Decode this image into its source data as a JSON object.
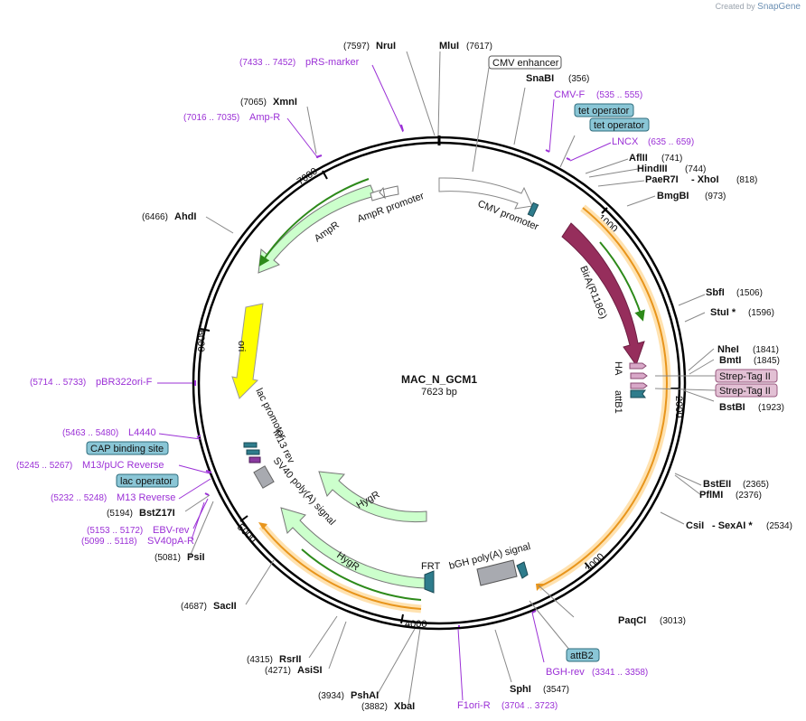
{
  "credit": {
    "prefix": "Created by",
    "brand": "SnapGene"
  },
  "plasmid": {
    "name": "MAC_N_GCM1",
    "size": "7623 bp"
  },
  "ticks": [
    "1000",
    "2000",
    "3000",
    "4000",
    "5000",
    "6000",
    "7000"
  ],
  "features": {
    "cmv_promoter": "CMV promoter",
    "birA": "BirA(R118G)",
    "ha": "HA",
    "attb1": "attB1",
    "ampr": "AmpR",
    "ampr_promoter": "AmpR promoter",
    "ori": "ori",
    "lac_promoter": "lac promoter",
    "m13rev": "M13 rev",
    "sv40": "SV40 poly(A) signal",
    "hygr1": "HygR",
    "hygr2": "HygR",
    "frt": "FRT",
    "bgh": "bGH poly(A) signal"
  },
  "sites": {
    "mlui": {
      "name": "MluI",
      "pos": "(7617)"
    },
    "nrui": {
      "name": "NruI",
      "pos": "(7597)"
    },
    "snabi": {
      "name": "SnaBI",
      "pos": "(356)"
    },
    "xmni": {
      "name": "XmnI",
      "pos": "(7065)"
    },
    "afliii": {
      "name": "AflII",
      "pos": "(741)"
    },
    "hindiii": {
      "name": "HindIII",
      "pos": "(744)"
    },
    "paer7i": {
      "name": "PaeR7I",
      "name2": "- XhoI",
      "pos": "(818)"
    },
    "bmgbi": {
      "name": "BmgBI",
      "pos": "(973)"
    },
    "ahdi": {
      "name": "AhdI",
      "pos": "(6466)"
    },
    "sbfi": {
      "name": "SbfI",
      "pos": "(1506)"
    },
    "stui": {
      "name": "StuI *",
      "pos": "(1596)"
    },
    "nhei": {
      "name": "NheI",
      "pos": "(1841)"
    },
    "bmti": {
      "name": "BmtI",
      "pos": "(1845)"
    },
    "bstbi": {
      "name": "BstBI",
      "pos": "(1923)"
    },
    "bsteii": {
      "name": "BstEII",
      "pos": "(2365)"
    },
    "pflmi": {
      "name": "PflMI",
      "pos": "(2376)"
    },
    "csii": {
      "name": "CsiI",
      "name2": "- SexAI *",
      "pos": "(2534)"
    },
    "bstz17i": {
      "name": "BstZ17I",
      "pos": "(5194)"
    },
    "psii": {
      "name": "PsiI",
      "pos": "(5081)"
    },
    "sacii": {
      "name": "SacII",
      "pos": "(4687)"
    },
    "paqci": {
      "name": "PaqCI",
      "pos": "(3013)"
    },
    "rsrii": {
      "name": "RsrII",
      "pos": "(4315)"
    },
    "asisi": {
      "name": "AsiSI",
      "pos": "(4271)"
    },
    "pshai": {
      "name": "PshAI",
      "pos": "(3934)"
    },
    "xbai": {
      "name": "XbaI",
      "pos": "(3882)"
    },
    "sphi": {
      "name": "SphI",
      "pos": "(3547)"
    }
  },
  "primers": {
    "prs": {
      "name": "pRS-marker",
      "range": "(7433 .. 7452)"
    },
    "ampr": {
      "name": "Amp-R",
      "range": "(7016 .. 7035)"
    },
    "cmvf": {
      "name": "CMV-F",
      "range": "(535 .. 555)"
    },
    "lncx": {
      "name": "LNCX",
      "range": "(635 .. 659)"
    },
    "pbr322": {
      "name": "pBR322ori-F",
      "range": "(5714 .. 5733)"
    },
    "l4440": {
      "name": "L4440",
      "range": "(5463 .. 5480)"
    },
    "m13puc": {
      "name": "M13/pUC Reverse",
      "range": "(5245 .. 5267)"
    },
    "m13rev": {
      "name": "M13 Reverse",
      "range": "(5232 .. 5248)"
    },
    "ebvrev": {
      "name": "EBV-rev",
      "range": "(5153 .. 5172)"
    },
    "sv40par": {
      "name": "SV40pA-R",
      "range": "(5099 .. 5118)"
    },
    "bghrev": {
      "name": "BGH-rev",
      "range": "(3341 .. 3358)"
    },
    "f1ori": {
      "name": "F1ori-R",
      "range": "(3704 .. 3723)"
    }
  },
  "boxes": {
    "cmv_enhancer": "CMV enhancer",
    "tet1": "tet operator",
    "tet2": "tet operator",
    "strep1": "Strep-Tag II",
    "strep2": "Strep-Tag II",
    "cap": "CAP binding site",
    "lacop": "lac operator",
    "attb2": "attB2"
  },
  "colors": {
    "promoter": "#ffffff",
    "birA": "#962e5c",
    "gene": "#ccffcc",
    "gene_inner": "#2d8a1a",
    "ori": "#ffff00",
    "orange": "#e8951c",
    "orange_glow": "#ffe2b0",
    "teal": "#2e7c8c",
    "tag": "#d8a8c8",
    "primer": "#9b30d6"
  }
}
